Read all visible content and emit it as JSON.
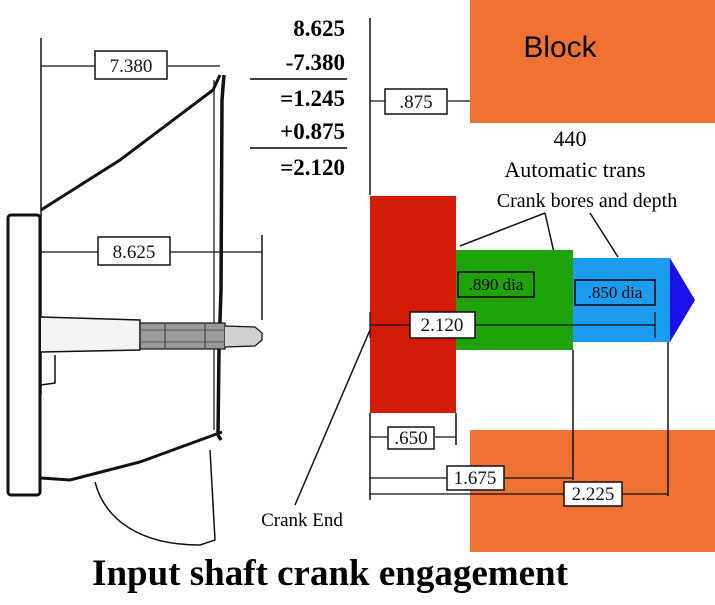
{
  "calculation": {
    "line1": "8.625",
    "line2": "-7.380",
    "line3": "=1.245",
    "line4": "+0.875",
    "line5": "=2.120"
  },
  "dimensions": {
    "bellhousing_depth": "7.380",
    "shaft_length": "8.625",
    "block_offset": ".875",
    "engagement": "2.120",
    "crank_end_depth": ".650",
    "first_bore_depth": "1.675",
    "second_bore_depth": "2.225"
  },
  "labels": {
    "block": "Block",
    "trans_number": "440",
    "trans_type": "Automatic trans",
    "crank_bores": "Crank bores and depth",
    "bore1": ".890 dia",
    "bore2": ".850 dia",
    "crank_end": "Crank End",
    "title": "Input shaft crank engagement"
  },
  "colors": {
    "block": "#f07232",
    "crank": "#d21c08",
    "bore1": "#1ea30a",
    "bore2": "#1c9cf0",
    "tip": "#1a10e8"
  }
}
